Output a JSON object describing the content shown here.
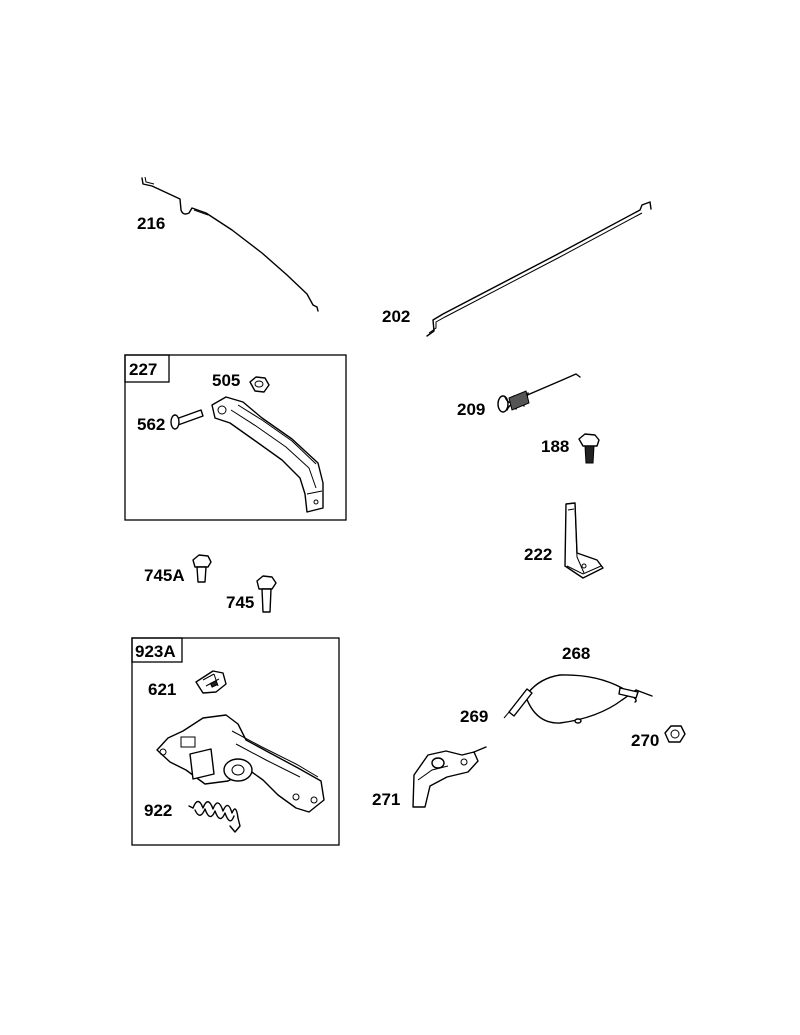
{
  "labels": {
    "p216": "216",
    "p202": "202",
    "p227": "227",
    "p505": "505",
    "p562": "562",
    "p209": "209",
    "p188": "188",
    "p222": "222",
    "p745A": "745A",
    "p745": "745",
    "p923A": "923A",
    "p621": "621",
    "p922": "922",
    "p268": "268",
    "p269": "269",
    "p270": "270",
    "p271": "271"
  }
}
